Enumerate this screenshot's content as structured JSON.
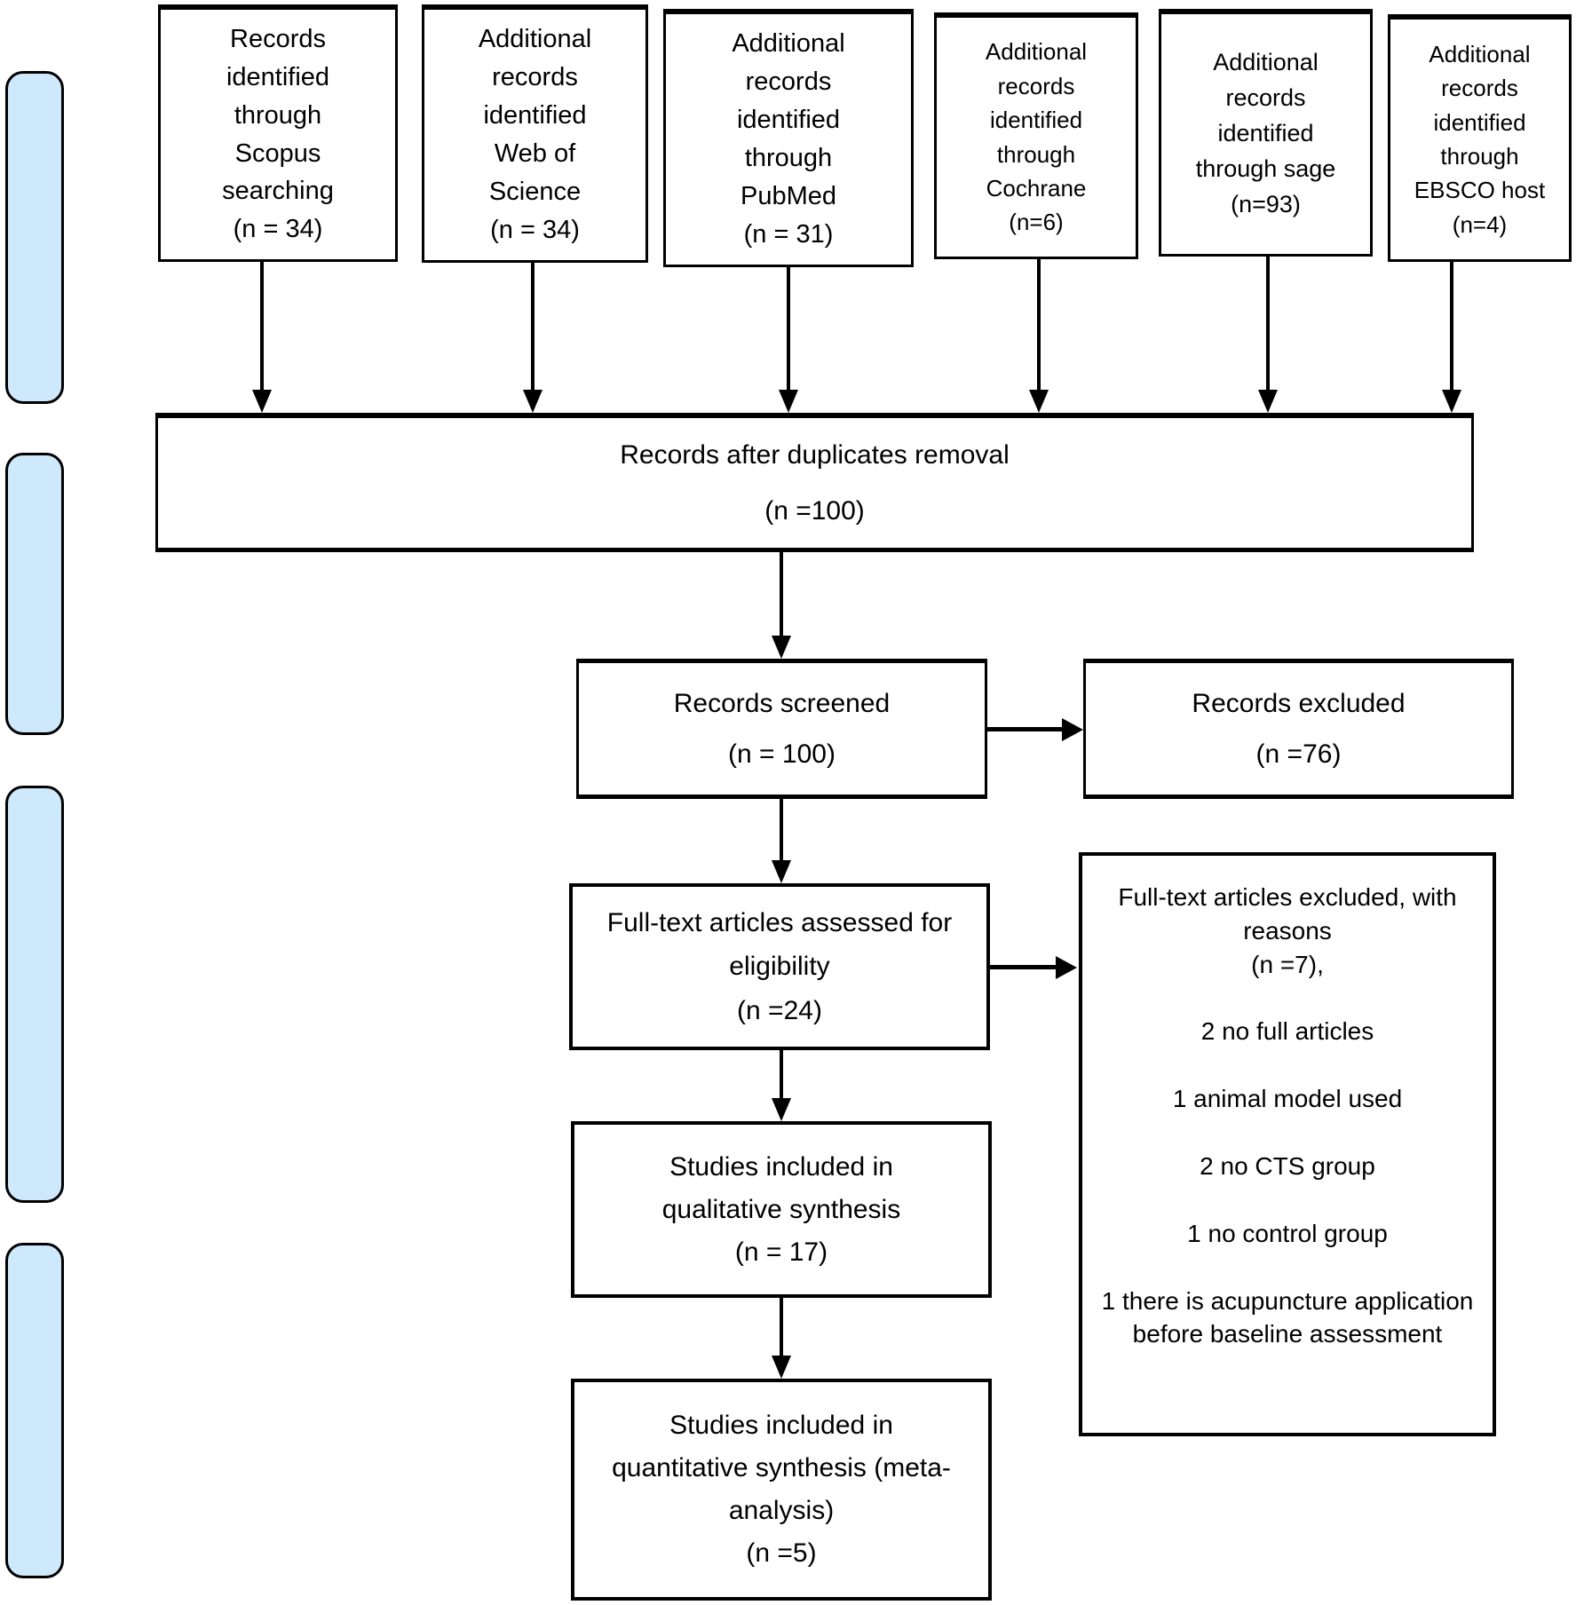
{
  "colors": {
    "phase_bar_fill": "#cfe9fc",
    "line_color": "#000000",
    "box_background": "#ffffff"
  },
  "flow": {
    "sources": [
      {
        "lines": [
          "Records",
          "identified",
          "through",
          "Scopus",
          "searching",
          "(n = 34)"
        ]
      },
      {
        "lines": [
          "Additional",
          "records",
          "identified",
          "Web of",
          "Science",
          "(n = 34)"
        ]
      },
      {
        "lines": [
          "Additional",
          "records",
          "identified",
          "through",
          "PubMed",
          "(n = 31)"
        ]
      },
      {
        "lines": [
          "Additional",
          "records",
          "identified",
          "through",
          "Cochrane",
          "(n=6)"
        ]
      },
      {
        "lines": [
          "Additional",
          "records",
          "identified",
          "through sage",
          "(n=93)"
        ]
      },
      {
        "lines": [
          "Additional",
          "records",
          "identified",
          "through",
          "EBSCO host",
          "(n=4)"
        ]
      }
    ],
    "duplicates": {
      "lines": [
        "Records after duplicates removal",
        "(n =100)"
      ]
    },
    "screened": {
      "lines": [
        "Records screened",
        "(n = 100)"
      ]
    },
    "excluded": {
      "lines": [
        "Records excluded",
        "(n =76)"
      ]
    },
    "eligibility": {
      "lines": [
        "Full-text articles assessed for",
        "eligibility",
        "(n =24)"
      ]
    },
    "exclusion_reasons": {
      "header_lines": [
        "Full-text articles excluded, with",
        "reasons",
        "(n =7),"
      ],
      "items": [
        "2 no full articles",
        "1 animal model used",
        "2 no CTS group",
        "1 no control group",
        "1 there is acupuncture application before baseline assessment"
      ]
    },
    "qualitative": {
      "lines": [
        "Studies included in",
        "qualitative synthesis",
        "(n = 17)"
      ]
    },
    "quantitative": {
      "lines": [
        "Studies included in",
        "quantitative synthesis (meta-",
        "analysis)",
        "(n =5)"
      ]
    }
  }
}
